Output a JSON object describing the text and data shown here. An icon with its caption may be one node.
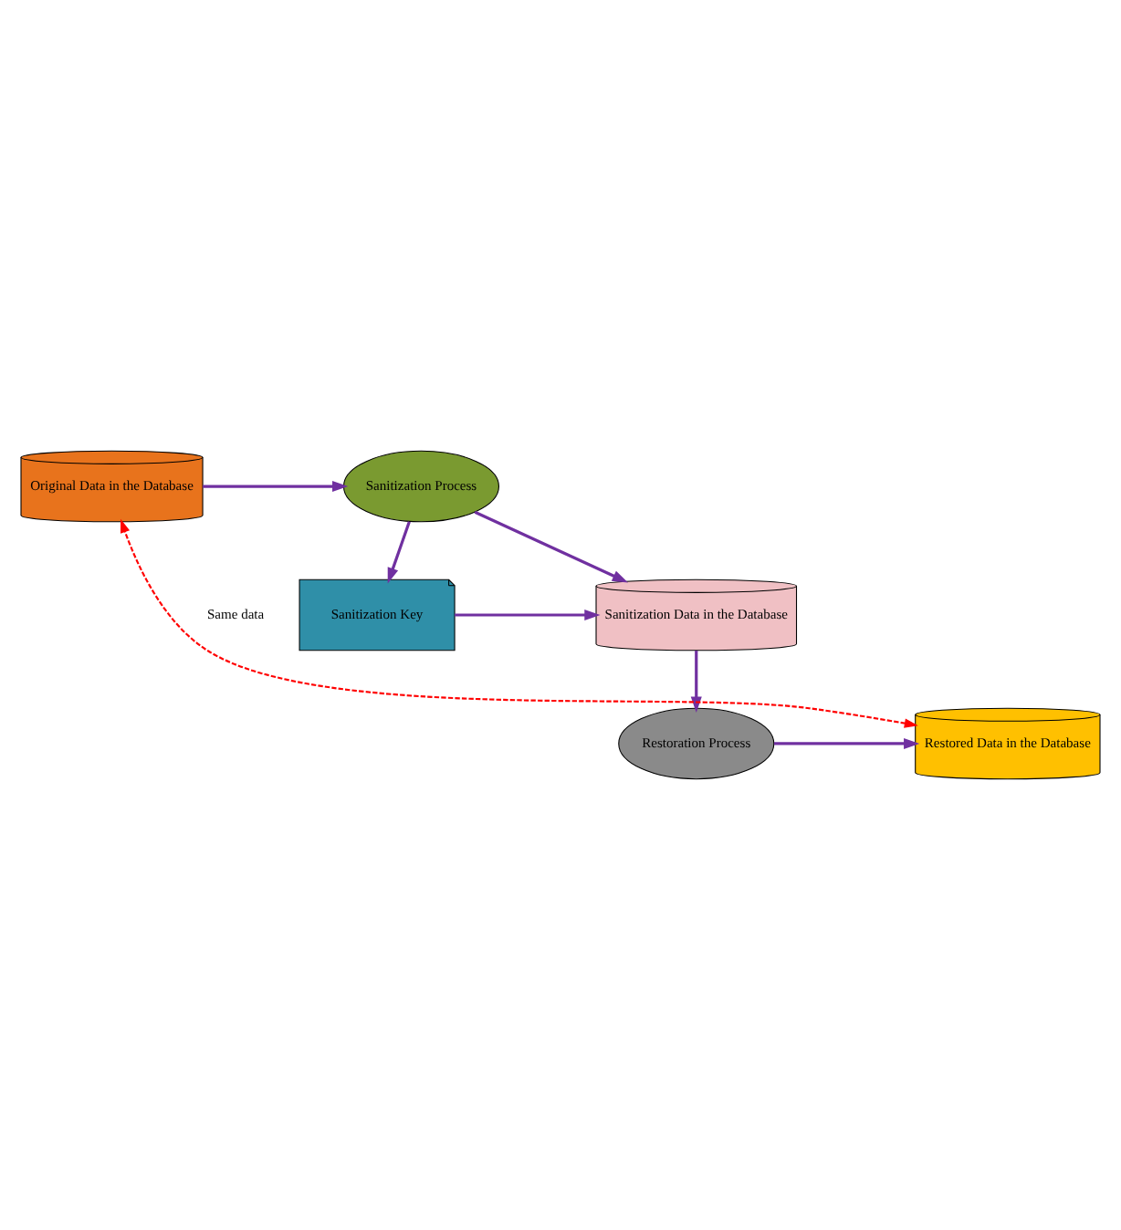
{
  "diagram": {
    "nodes": [
      {
        "text": [
          "Original Data in the Database"
        ]
      },
      {
        "text": [
          "Sanitization Process"
        ]
      },
      {
        "text": [
          "Sanitization Key"
        ]
      },
      {
        "text": [
          "Sanitization Data in the Database"
        ]
      },
      {
        "text": [
          "Restoration Process"
        ]
      },
      {
        "text": [
          "Restored Data in the Database"
        ]
      }
    ],
    "edges": [
      {
        "from": 0,
        "to": 1,
        "arrow": "to"
      },
      {
        "from": 1,
        "to": 3,
        "arrow": "to"
      },
      {
        "from": 1,
        "to": 2,
        "arrow": "to"
      },
      {
        "from": 2,
        "to": 3,
        "arrow": "to"
      },
      {
        "from": 3,
        "to": 4,
        "arrow": "to"
      },
      {
        "from": 4,
        "to": 5,
        "arrow": "to"
      },
      {
        "from": 5,
        "to": 0,
        "arrow": "both",
        "label": "Same data",
        "style": "dashed",
        "color": "#ff0000"
      }
    ]
  }
}
